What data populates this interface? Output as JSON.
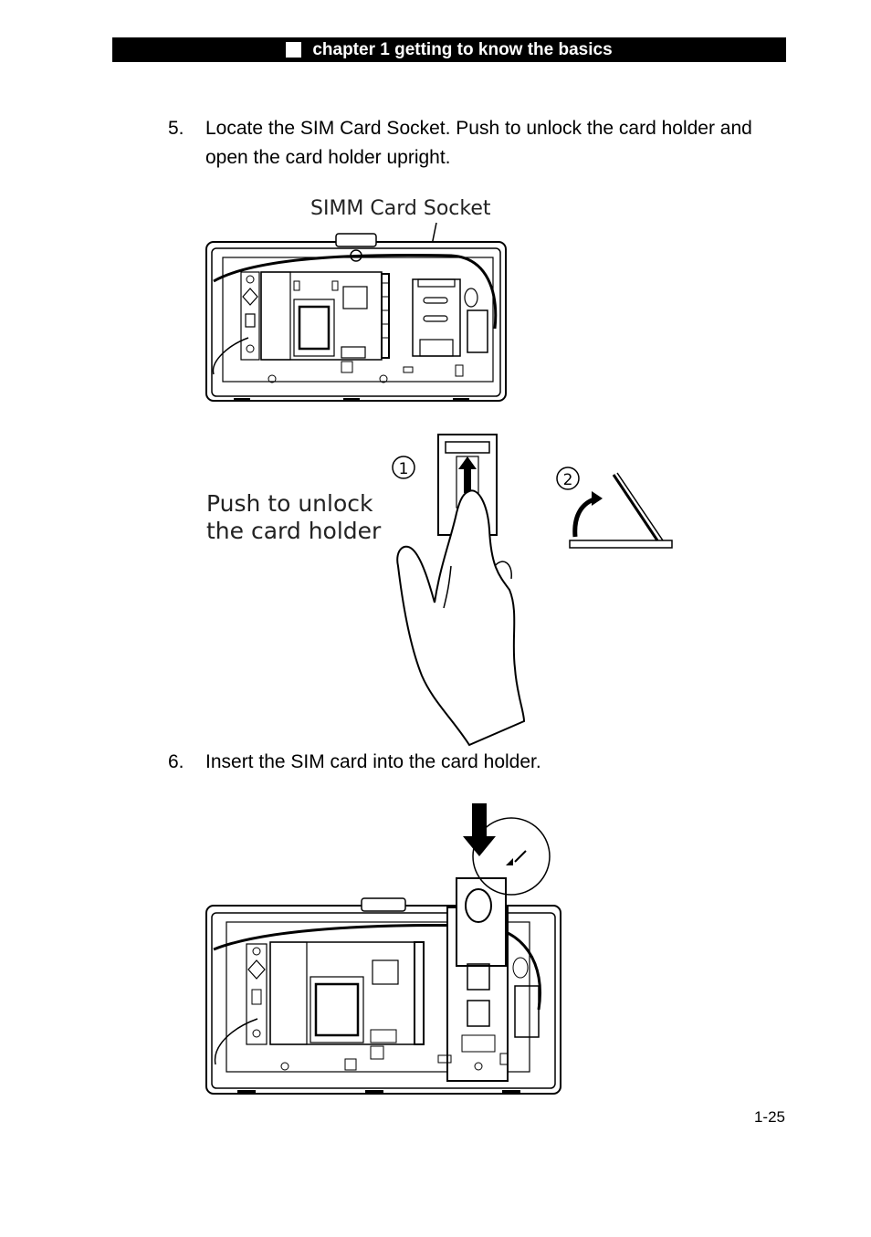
{
  "header": {
    "title": "chapter 1 getting to know the basics"
  },
  "steps": [
    {
      "number": "5.",
      "text": "Locate the SIM Card Socket. Push to unlock the card holder and open the card holder upright."
    },
    {
      "number": "6.",
      "text": "Insert the SIM card into the card holder."
    }
  ],
  "figure1": {
    "label": "SIMM Card Socket"
  },
  "figure2": {
    "label_line1": "Push to unlock",
    "label_line2": "the card holder",
    "marker1": "①",
    "marker2": "②"
  },
  "footer": {
    "page_number": "1-25"
  }
}
